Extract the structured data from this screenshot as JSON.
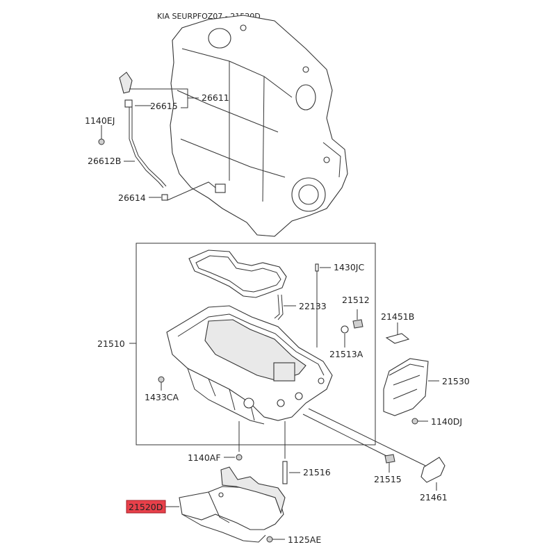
{
  "header": {
    "title": "KIA SEURPFOZ07 - 21520D"
  },
  "labels": {
    "p26611": "26611",
    "p26615": "26615",
    "p1140EJ": "1140EJ",
    "p26612B": "26612B",
    "p26614": "26614",
    "p1430JC": "1430JC",
    "p22133": "22133",
    "p21512": "21512",
    "p21451B": "21451B",
    "p21510": "21510",
    "p21513A": "21513A",
    "p21530": "21530",
    "p1433CA": "1433CA",
    "p1140DJ": "1140DJ",
    "p1140AF": "1140AF",
    "p21516": "21516",
    "p21515": "21515",
    "p21461": "21461",
    "p21520D": "21520D",
    "p1125AE": "1125AE"
  },
  "highlight": {
    "part": "21520D",
    "color": "#e8404a"
  }
}
